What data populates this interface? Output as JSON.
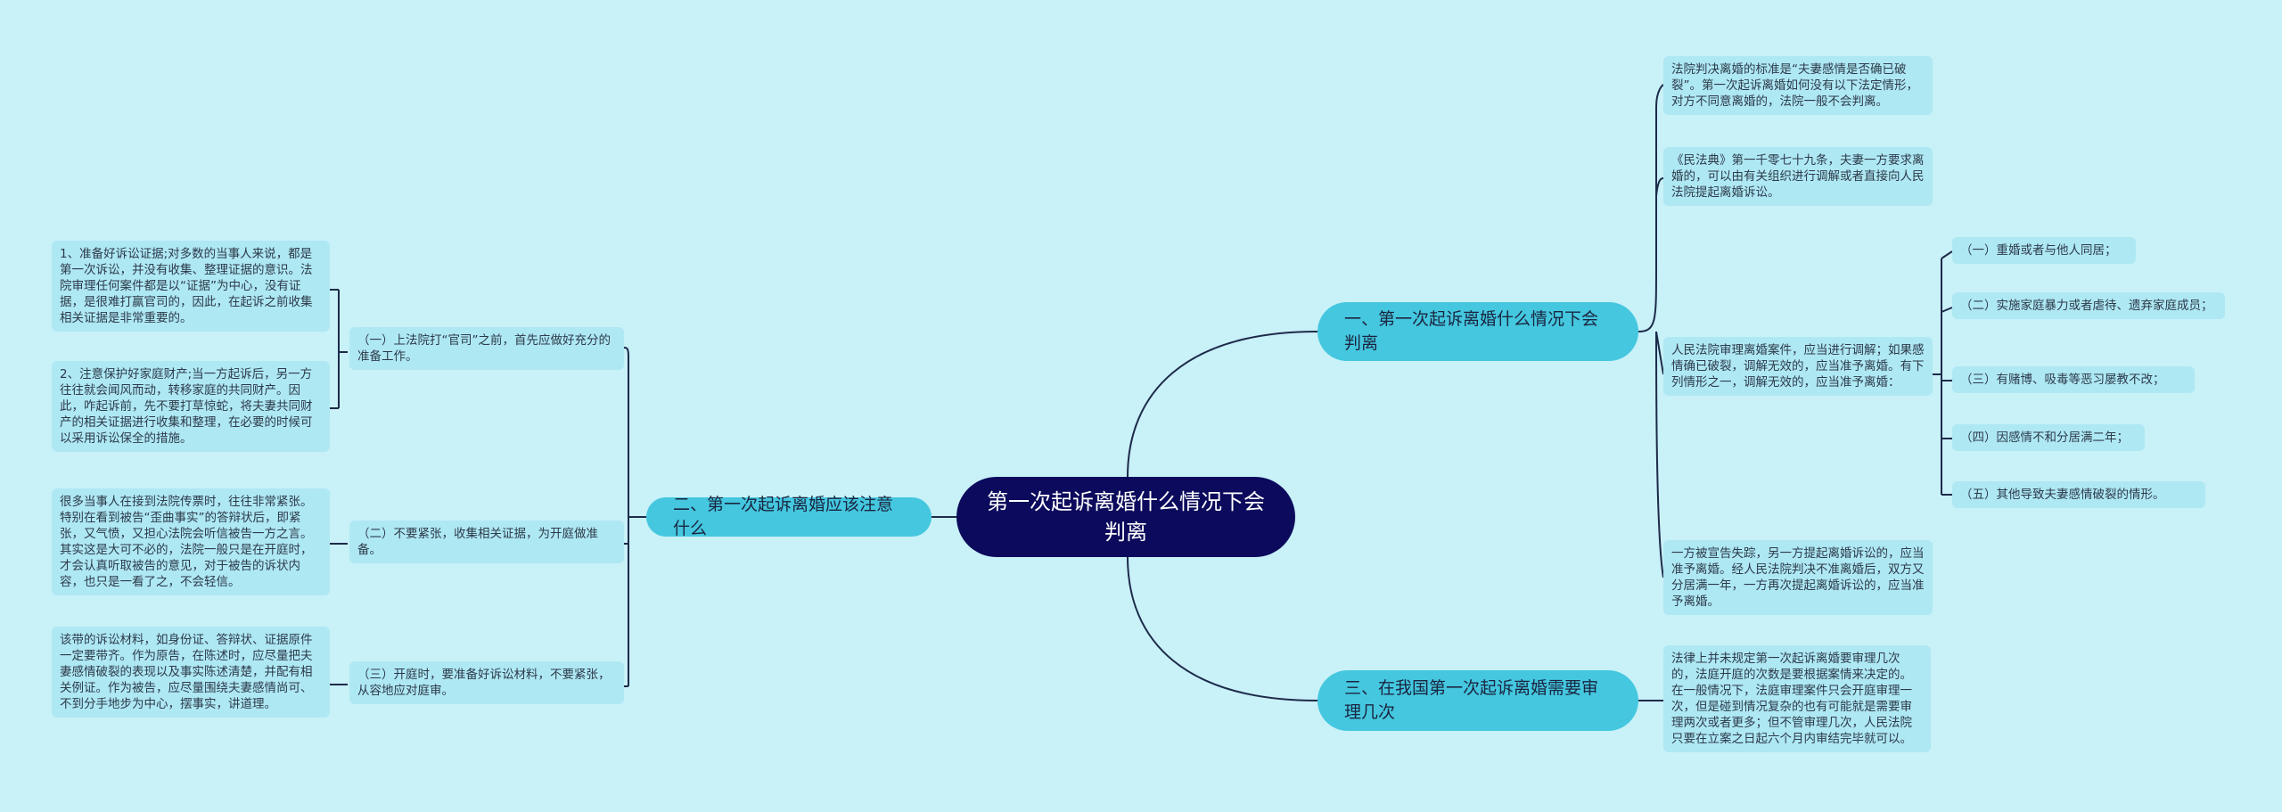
{
  "colors": {
    "background": "#c8f1f8",
    "root_fill": "#0b0a5c",
    "branch_fill": "#44c7df",
    "leaf_fill": "#aee8f3",
    "line": "#1d2b4a"
  },
  "root": {
    "label": "第一次起诉离婚什么情况下会判离"
  },
  "right_branch_1": {
    "label": "一、第一次起诉离婚什么情况下会判离",
    "notes": [
      "法院判决离婚的标准是“夫妻感情是否确已破裂”。第一次起诉离婚如何没有以下法定情形，对方不同意离婚的，法院一般不会判离。",
      "《民法典》第一千零七十九条，夫妻一方要求离婚的，可以由有关组织进行调解或者直接向人民法院提起离婚诉讼。",
      "人民法院审理离婚案件，应当进行调解；如果感情确已破裂，调解无效的，应当准予离婚。有下列情形之一，调解无效的，应当准予离婚：",
      "一方被宣告失踪，另一方提起离婚诉讼的，应当准予离婚。经人民法院判决不准离婚后，双方又分居满一年，一方再次提起离婚诉讼的，应当准予离婚。"
    ],
    "situations": [
      "（一）重婚或者与他人同居；",
      "（二）实施家庭暴力或者虐待、遗弃家庭成员；",
      "（三）有赌博、吸毒等恶习屡教不改；",
      "（四）因感情不和分居满二年；",
      "（五）其他导致夫妻感情破裂的情形。"
    ]
  },
  "right_branch_3": {
    "label": "三、在我国第一次起诉离婚需要审理几次",
    "notes": [
      "法律上并未规定第一次起诉离婚要审理几次的，法庭开庭的次数是要根据案情来决定的。在一般情况下，法庭审理案件只会开庭审理一次，但是碰到情况复杂的也有可能就是需要审理两次或者更多；但不管审理几次，人民法院只要在立案之日起六个月内审结完毕就可以。"
    ]
  },
  "left_branch_2": {
    "label": "二、第一次起诉离婚应该注意什么",
    "points": [
      "（一）上法院打“官司”之前，首先应做好充分的准备工作。",
      "（二）不要紧张，收集相关证据，为开庭做准备。",
      "（三）开庭时，要准备好诉讼材料，不要紧张，从容地应对庭审。"
    ],
    "details": [
      "1、准备好诉讼证据;对多数的当事人来说，都是第一次诉讼，并没有收集、整理证据的意识。法院审理任何案件都是以“证据”为中心，没有证据，是很难打赢官司的，因此，在起诉之前收集相关证据是非常重要的。",
      "2、注意保护好家庭财产;当一方起诉后，另一方往往就会闻风而动，转移家庭的共同财产。因此，咋起诉前，先不要打草惊蛇，将夫妻共同财产的相关证据进行收集和整理，在必要的时候可以采用诉讼保全的措施。",
      "很多当事人在接到法院传票时，往往非常紧张。特别在看到被告“歪曲事实”的答辩状后，即紧张，又气愤，又担心法院会听信被告一方之言。其实这是大可不必的，法院一般只是在开庭时，才会认真听取被告的意见，对于被告的诉状内容，也只是一看了之，不会轻信。",
      "该带的诉讼材料，如身份证、答辩状、证据原件一定要带齐。作为原告，在陈述时，应尽量把夫妻感情破裂的表现以及事实陈述清楚，并配有相关例证。作为被告，应尽量围绕夫妻感情尚可、不到分手地步为中心，摆事实，讲道理。"
    ]
  }
}
